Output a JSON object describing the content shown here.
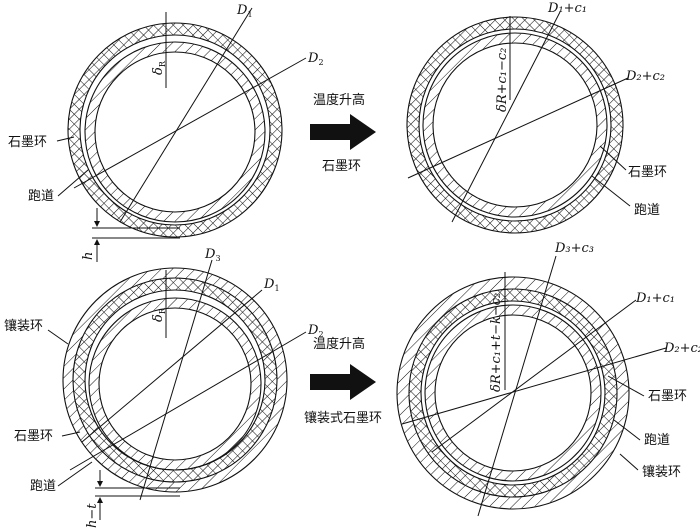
{
  "colors": {
    "ink": "#111111",
    "background": "#ffffff"
  },
  "top_left": {
    "d1": "D",
    "d1_sub": "1",
    "d2": "D",
    "d2_sub": "2",
    "delta": "δ",
    "delta_sub": "R",
    "graphite_ring": "石墨环",
    "runway": "跑道",
    "h": "h"
  },
  "top_arrow": {
    "above": "温度升高",
    "below": "石墨环"
  },
  "top_right": {
    "d1": "D₁+c₁",
    "d2": "D₂+c₂",
    "delta": "δR+c₁−c₂",
    "graphite_ring": "石墨环",
    "runway": "跑道"
  },
  "bottom_left": {
    "d3": "D",
    "d3_sub": "3",
    "d1": "D",
    "d1_sub": "1",
    "d2": "D",
    "d2_sub": "2",
    "delta": "δ",
    "delta_sub": "R",
    "inlay_ring": "镶装环",
    "graphite_ring": "石墨环",
    "runway": "跑道",
    "h_minus_t": "h−t"
  },
  "bottom_arrow": {
    "above": "温度升高",
    "below": "镶装式石墨环"
  },
  "bottom_right": {
    "d3": "D₃+c₃",
    "d1": "D₁+c₁",
    "d2": "D₂+c₂",
    "delta": "δR+c₁+t−k−c₂",
    "graphite_ring": "石墨环",
    "runway": "跑道",
    "inlay_ring": "镶装环"
  }
}
